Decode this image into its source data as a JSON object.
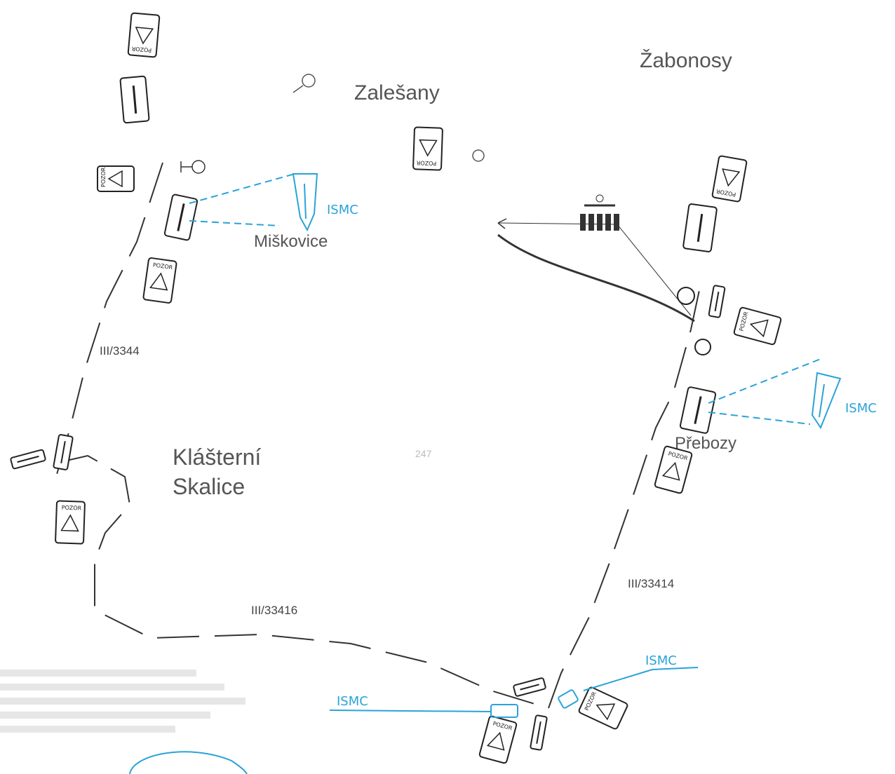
{
  "places": {
    "zabonosy": "Žabonosy",
    "zalesany": "Zalešany",
    "miskovice": "Miškovice",
    "klasterni_1": "Klášterní",
    "klasterni_2": "Skalice",
    "prebozy": "Přebozy",
    "center_mark": "247"
  },
  "roads": {
    "r3344": "III/3344",
    "r33414": "III/33414",
    "r33416": "III/33416"
  },
  "annotations": {
    "ismc": "ISMC"
  },
  "signs": {
    "warning_text": "POZOR"
  },
  "colors": {
    "road_line": "#333333",
    "annotation_blue": "#2aa3d8",
    "place_text": "#555555"
  }
}
